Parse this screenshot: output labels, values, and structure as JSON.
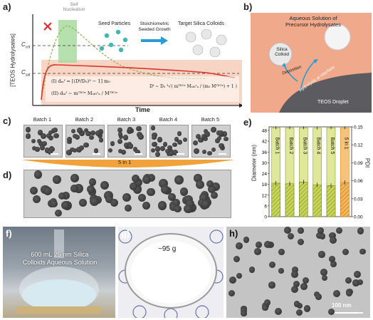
{
  "panel_a": {
    "label": "a)",
    "y_axis": "[TEOS Hydrolysates]",
    "x_axis": "Time",
    "c_crit": "C",
    "c_crit_sub": "crit",
    "c_sat": "C",
    "c_sat_sub": "sat",
    "self_nucleation": "Self\nNucleation",
    "seed_particles": "Seed Particles",
    "stoich_line1": "Stoichiometric",
    "stoich_line2": "Seeded Growth",
    "target": "Target Silica Colloids",
    "eq1": "(I) dₘᶠ = [(Dᶠ/D₀)³ − 1] m₀",
    "eq2": "(II) dₘᶠ ~ mᵀᴱᴼˢ Mₛᵢₗᵢᶜₐ / Mᵀᴱᴼˢ",
    "eq3": "Dᶠ ~ D₀ ³√( mᵀᴱᴼˢ Mₛᵢₗᵢᶜₐ / (m₀ Mᵀᴱᴼˢ) + 1 )"
  },
  "panel_b": {
    "label": "b)",
    "title_line1": "Aqueous Solution of",
    "title_line2": "Precursor Hydrolysates",
    "colloid_line1": "Silica",
    "colloid_line2": "Colloid",
    "deposition": "Deposition",
    "hydrolysis": "Hydrolysis at Interface",
    "droplet": "TEOS Droplet"
  },
  "panel_c": {
    "label": "c)",
    "batches": [
      "Batch 1",
      "Batch 2",
      "Batch 3",
      "Batch 4",
      "Batch 5"
    ]
  },
  "panel_d": {
    "label": "d)",
    "merge_label": "5 in 1"
  },
  "panel_e": {
    "label": "e)",
    "chart_data": {
      "type": "bar",
      "categories": [
        "Batch 1",
        "Batch 2",
        "Batch 3",
        "Batch 4",
        "Batch 5",
        "5 in 1"
      ],
      "ylabel": "Diameter (nm)",
      "y2label": "PDI",
      "ylim": [
        0,
        50
      ],
      "y2lim": [
        0,
        0.15
      ],
      "yticks": [
        "0",
        "6",
        "12",
        "18",
        "24",
        "30",
        "36",
        "42",
        "48"
      ],
      "y2ticks": [
        "0.00",
        "0.03",
        "0.06",
        "0.09",
        "0.12",
        "0.15"
      ],
      "series": [
        {
          "values": [
            49.5,
            49.5,
            49.5,
            49.3,
            49.5,
            49.5
          ],
          "color": "#b7c948"
        },
        {
          "values": [
            0.056,
            0.055,
            0.058,
            0.053,
            0.052,
            0.057
          ]
        }
      ],
      "bar_colors": [
        "#b7c948",
        "#b7c948",
        "#b7c948",
        "#b7c948",
        "#b7c948",
        "#f2a23a"
      ]
    }
  },
  "panel_f": {
    "label": "f)",
    "caption_line1": "600 mL 25 nm Silica",
    "caption_line2": "Colloids Aqueous Solution"
  },
  "panel_g": {
    "label": "g)",
    "mass": "~95 g"
  },
  "panel_h": {
    "label": "h)",
    "scale": "100 nm"
  }
}
